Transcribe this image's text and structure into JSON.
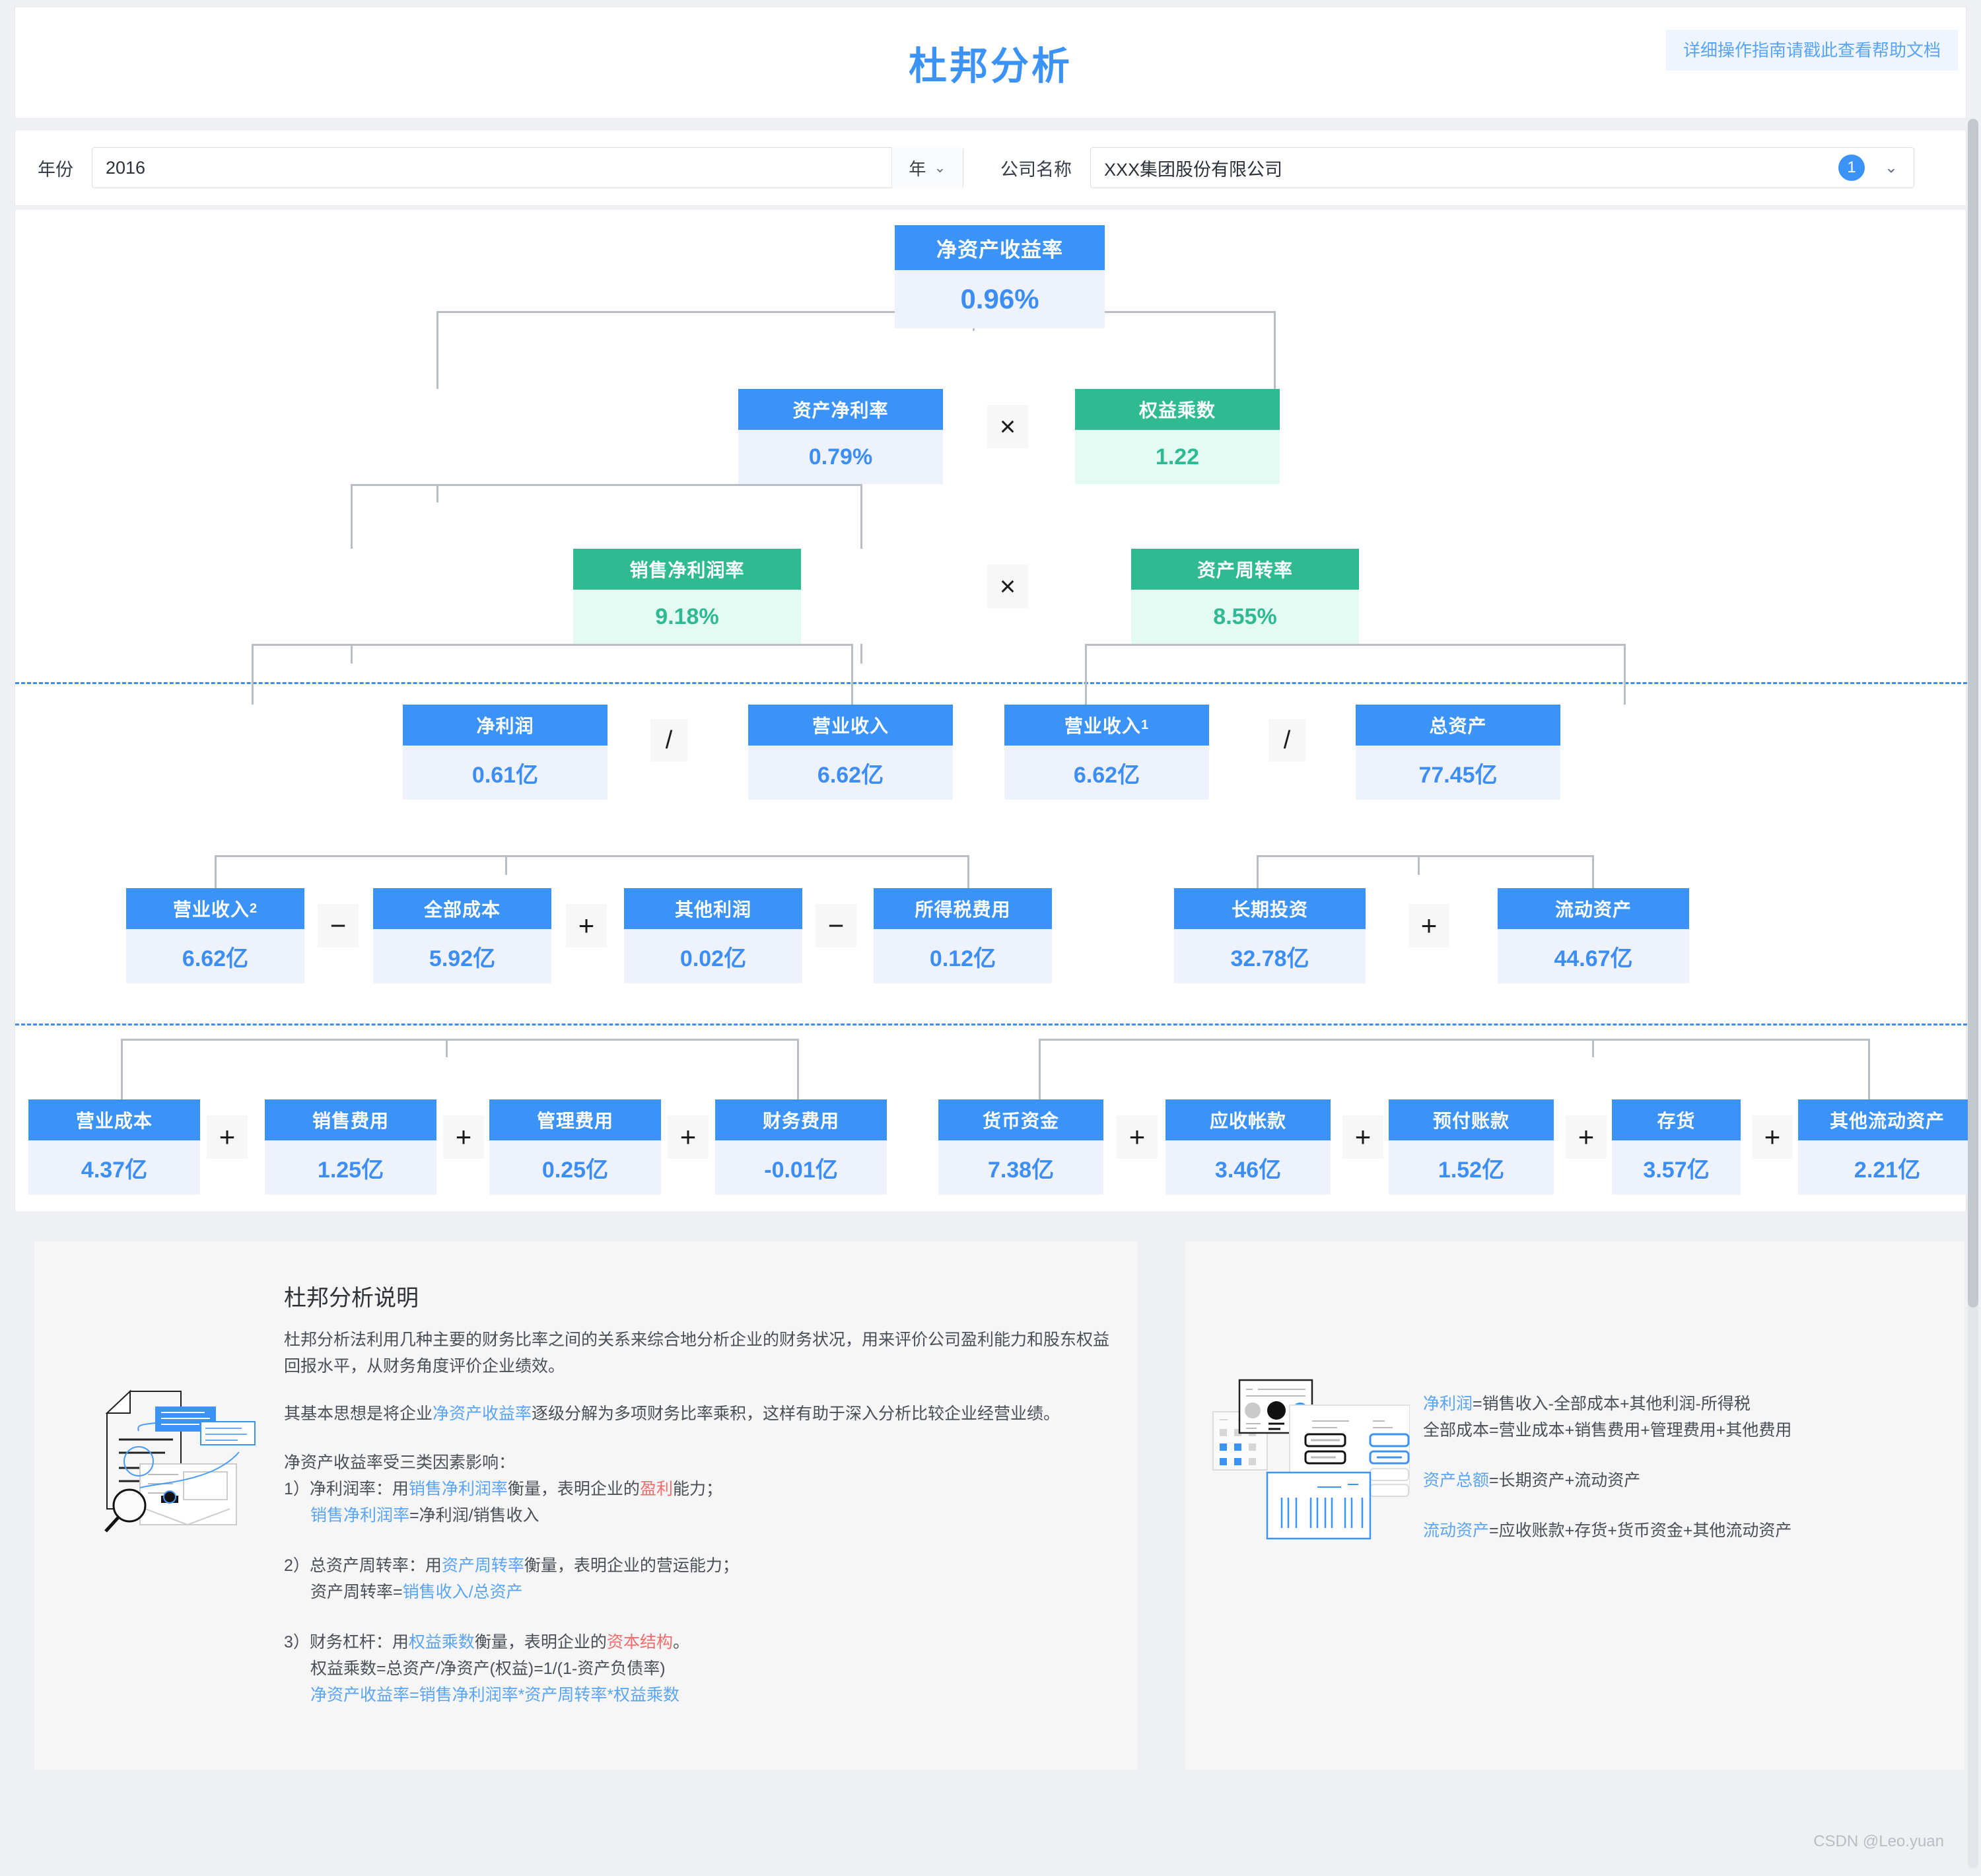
{
  "header": {
    "title": "杜邦分析",
    "help_link": "详细操作指南请戳此查看帮助文档"
  },
  "filters": {
    "year_label": "年份",
    "year_value": "2016",
    "year_unit": "年",
    "company_label": "公司名称",
    "company_value": "XXX集团股份有限公司",
    "company_badge": "1"
  },
  "chart_data": {
    "type": "diagram",
    "title": "杜邦分析",
    "colors": {
      "blue": "#3c93f7",
      "green": "#2fba92",
      "blue_value_bg": "#eef2fc",
      "green_value_bg": "#e3fbf3"
    },
    "levels": [
      {
        "level": 1,
        "nodes": [
          {
            "label": "净资产收益率",
            "value": "0.96%",
            "color": "blue"
          }
        ]
      },
      {
        "level": 2,
        "nodes": [
          {
            "label": "资产净利率",
            "value": "0.79%",
            "color": "blue"
          },
          {
            "label": "权益乘数",
            "value": "1.22",
            "color": "green"
          }
        ],
        "operators": [
          "×"
        ]
      },
      {
        "level": 3,
        "nodes": [
          {
            "label": "销售净利润率",
            "value": "9.18%",
            "color": "green"
          },
          {
            "label": "资产周转率",
            "value": "8.55%",
            "color": "green"
          }
        ],
        "operators": [
          "×"
        ]
      },
      {
        "level": 4,
        "nodes": [
          {
            "label": "净利润",
            "value": "0.61亿",
            "color": "blue"
          },
          {
            "label": "营业收入",
            "value": "6.62亿",
            "color": "blue"
          },
          {
            "label": "营业收入",
            "sub": "1",
            "value": "6.62亿",
            "color": "blue"
          },
          {
            "label": "总资产",
            "value": "77.45亿",
            "color": "blue"
          }
        ],
        "operators": [
          "/",
          "/"
        ]
      },
      {
        "level": 5,
        "nodes": [
          {
            "label": "营业收入",
            "sub": "2",
            "value": "6.62亿",
            "color": "blue"
          },
          {
            "label": "全部成本",
            "value": "5.92亿",
            "color": "blue"
          },
          {
            "label": "其他利润",
            "value": "0.02亿",
            "color": "blue"
          },
          {
            "label": "所得税费用",
            "value": "0.12亿",
            "color": "blue"
          },
          {
            "label": "长期投资",
            "value": "32.78亿",
            "color": "blue"
          },
          {
            "label": "流动资产",
            "value": "44.67亿",
            "color": "blue"
          }
        ],
        "operators": [
          "−",
          "+",
          "−",
          "+"
        ]
      },
      {
        "level": 6,
        "nodes": [
          {
            "label": "营业成本",
            "value": "4.37亿",
            "color": "blue"
          },
          {
            "label": "销售费用",
            "value": "1.25亿",
            "color": "blue"
          },
          {
            "label": "管理费用",
            "value": "0.25亿",
            "color": "blue"
          },
          {
            "label": "财务费用",
            "value": "-0.01亿",
            "color": "blue"
          },
          {
            "label": "货币资金",
            "value": "7.38亿",
            "color": "blue"
          },
          {
            "label": "应收帐款",
            "value": "3.46亿",
            "color": "blue"
          },
          {
            "label": "预付账款",
            "value": "1.52亿",
            "color": "blue"
          },
          {
            "label": "存货",
            "value": "3.57亿",
            "color": "blue"
          },
          {
            "label": "其他流动资产",
            "value": "2.21亿",
            "color": "blue"
          }
        ],
        "operators": [
          "+",
          "+",
          "+",
          "+",
          "+",
          "+",
          "+"
        ]
      }
    ]
  },
  "tree": {
    "n_roe_label": "净资产收益率",
    "n_roe_value": "0.96%",
    "n_roa_label": "资产净利率",
    "n_roa_value": "0.79%",
    "n_em_label": "权益乘数",
    "n_em_value": "1.22",
    "n_npm_label": "销售净利润率",
    "n_npm_value": "9.18%",
    "n_at_label": "资产周转率",
    "n_at_value": "8.55%",
    "n_np_label": "净利润",
    "n_np_value": "0.61亿",
    "n_rev_label": "营业收入",
    "n_rev_value": "6.62亿",
    "n_rev1_label": "营业收入",
    "n_rev1_sub": "1",
    "n_rev1_value": "6.62亿",
    "n_ta_label": "总资产",
    "n_ta_value": "77.45亿",
    "n_rev2_label": "营业收入",
    "n_rev2_sub": "2",
    "n_rev2_value": "6.62亿",
    "n_cost_label": "全部成本",
    "n_cost_value": "5.92亿",
    "n_oprof_label": "其他利润",
    "n_oprof_value": "0.02亿",
    "n_tax_label": "所得税费用",
    "n_tax_value": "0.12亿",
    "n_linv_label": "长期投资",
    "n_linv_value": "32.78亿",
    "n_ca_label": "流动资产",
    "n_ca_value": "44.67亿",
    "n_opcost_label": "营业成本",
    "n_opcost_value": "4.37亿",
    "n_sell_label": "销售费用",
    "n_sell_value": "1.25亿",
    "n_admin_label": "管理费用",
    "n_admin_value": "0.25亿",
    "n_fin_label": "财务费用",
    "n_fin_value": "-0.01亿",
    "n_cash_label": "货币资金",
    "n_cash_value": "7.38亿",
    "n_ar_label": "应收帐款",
    "n_ar_value": "3.46亿",
    "n_prepay_label": "预付账款",
    "n_prepay_value": "1.52亿",
    "n_inv_label": "存货",
    "n_inv_value": "3.57亿",
    "n_oca_label": "其他流动资产",
    "n_oca_value": "2.21亿",
    "op_mul": "×",
    "op_div": "/",
    "op_minus": "−",
    "op_plus": "+"
  },
  "explain": {
    "title": "杜邦分析说明",
    "p1": "杜邦分析法利用几种主要的财务比率之间的关系来综合地分析企业的财务状况，用来评价公司盈利能力和股东权益回报水平，从财务角度评价企业绩效。",
    "p2_a": "其基本思想是将企业",
    "p2_link": "净资产收益率",
    "p2_b": "逐级分解为多项财务比率乘积，这样有助于深入分析比较企业经营业绩。",
    "p3_head": "净资产收益率受三类因素影响：",
    "i1_a": "1）净利润率：用",
    "i1_link": "销售净利润率",
    "i1_b": "衡量，表明企业的",
    "i1_red": "盈利",
    "i1_c": "能力；",
    "i1_f_link": "销售净利润率",
    "i1_f_rest": "=净利润/销售收入",
    "i2_a": "2）总资产周转率：用",
    "i2_link": "资产周转率",
    "i2_b": "衡量，表明企业的营运能力；",
    "i2_f_head": "资产周转率=",
    "i2_f_link": "销售收入/总资产",
    "i3_a": "3）财务杠杆：用",
    "i3_link": "权益乘数",
    "i3_b": "衡量，表明企业的",
    "i3_red": "资本结构",
    "i3_c": "。",
    "i3_f1": "权益乘数=总资产/净资产(权益)=1/(1-资产负债率)",
    "i3_f2": "净资产收益率=销售净利润率*资产周转率*权益乘数"
  },
  "formulas": {
    "f1_link": "净利润",
    "f1_rest": "=销售收入-全部成本+其他利润-所得税",
    "f2": "全部成本=营业成本+销售费用+管理费用+其他费用",
    "f3_link": "资产总额",
    "f3_rest": "=长期资产+流动资产",
    "f4_link": "流动资产",
    "f4_rest": "=应收账款+存货+货币资金+其他流动资产"
  },
  "watermark": "CSDN @Leo.yuan"
}
